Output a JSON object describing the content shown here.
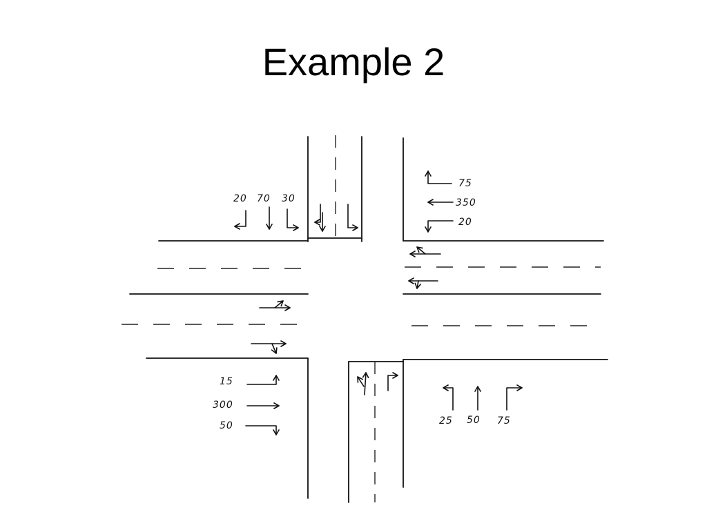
{
  "slide": {
    "title": "Example 2"
  },
  "north_approach": {
    "volumes": [
      "20",
      "70",
      "30"
    ]
  },
  "east_approach": {
    "volumes": [
      "75",
      "350",
      "20"
    ]
  },
  "west_approach": {
    "volumes": [
      "15",
      "300",
      "50"
    ]
  },
  "south_approach": {
    "volumes": [
      "25",
      "50",
      "75"
    ]
  },
  "colors": {
    "ink": "#111111",
    "background": "#ffffff"
  }
}
